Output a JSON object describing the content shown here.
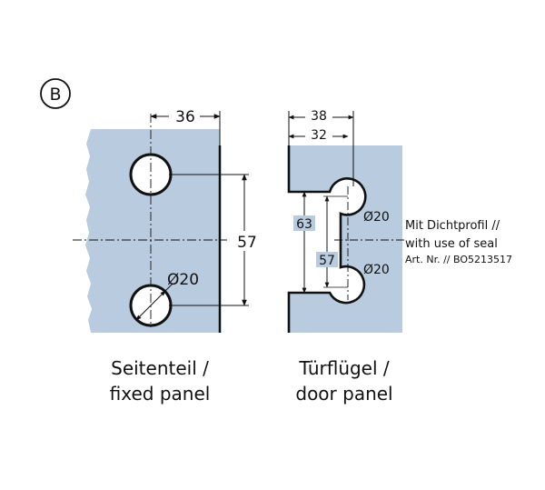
{
  "badge": {
    "letter": "B",
    "color": "#111111"
  },
  "colors": {
    "glass": "#b9ccdf",
    "line": "#111111",
    "background": "#ffffff"
  },
  "fixed_panel": {
    "dim_width": "36",
    "dim_height": "57",
    "hole_label": "Ø20",
    "caption_line1": "Seitenteil /",
    "caption_line2": "fixed panel"
  },
  "door_panel": {
    "dim_outer": "38",
    "dim_inner": "32",
    "dim_height_outer": "63",
    "dim_height_inner": "57",
    "hole_top_label": "Ø20",
    "hole_bottom_label": "Ø20",
    "caption_line1": "Türflügel /",
    "caption_line2": "door panel"
  },
  "seal_note": {
    "line1": "Mit Dichtprofil //",
    "line2": "with use of seal",
    "line3": "Art. Nr. // BO5213517"
  }
}
